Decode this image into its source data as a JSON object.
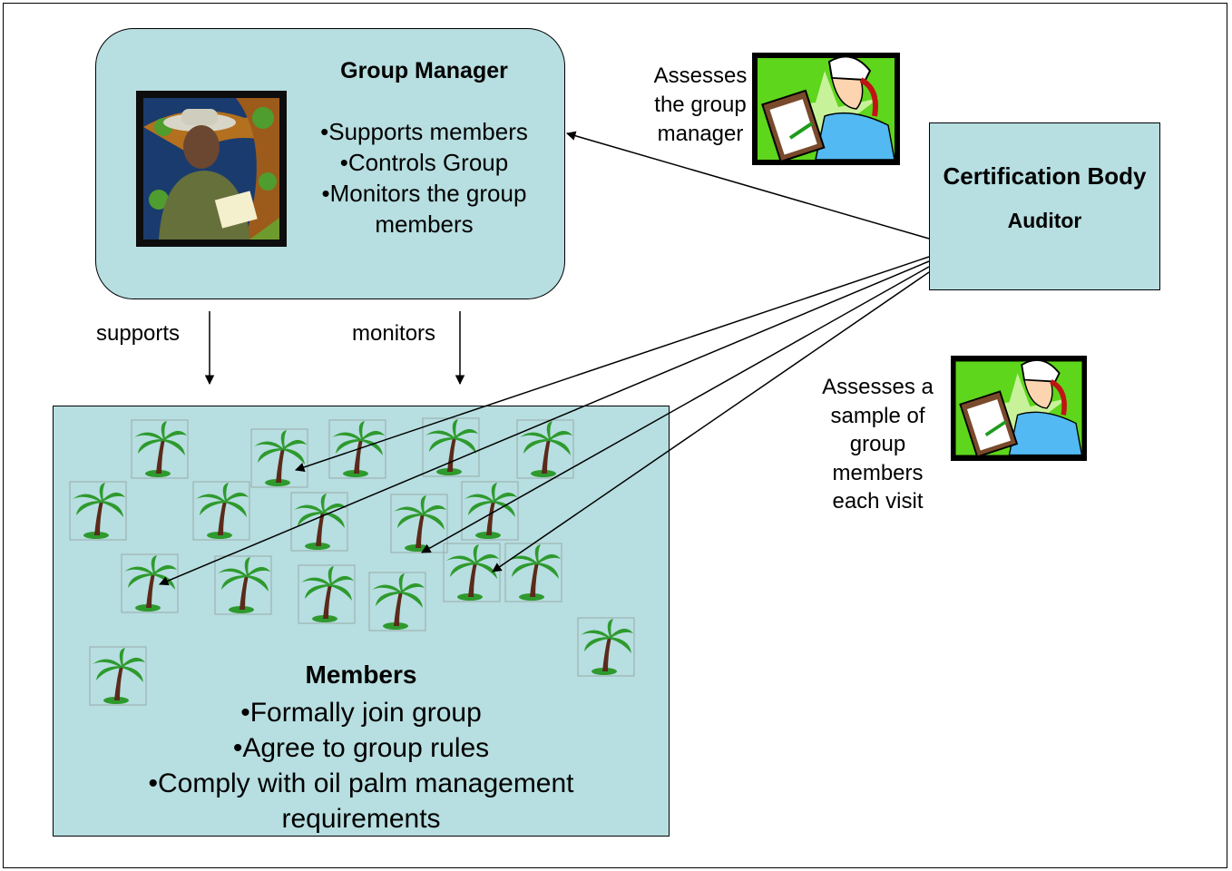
{
  "group_manager": {
    "title": "Group Manager",
    "bullets": [
      "•Supports members",
      "•Controls Group",
      "•Monitors the group",
      "members"
    ],
    "image_icon": "farmer-with-notebook-clipart"
  },
  "members": {
    "title": "Members",
    "bullets": [
      "•Formally join group",
      "•Agree to group rules",
      "•Comply with oil palm management",
      "requirements"
    ],
    "palm_icon": "palm-tree-clipart"
  },
  "certification_body": {
    "title": "Certification Body",
    "subtitle": "Auditor"
  },
  "labels": {
    "supports": "supports",
    "monitors": "monitors",
    "assesses_manager": [
      "Assesses",
      "the group",
      "manager"
    ],
    "assesses_sample": [
      "Assesses a",
      "sample of",
      "group",
      "members",
      "each visit"
    ]
  },
  "auditor_icon": "auditor-with-clipboard-clipart",
  "colors": {
    "box_fill": "#b7dee0",
    "palm_leaf": "#2e9a2e",
    "palm_trunk": "#5b2a1a",
    "auditor_background": "#5ed61b"
  }
}
